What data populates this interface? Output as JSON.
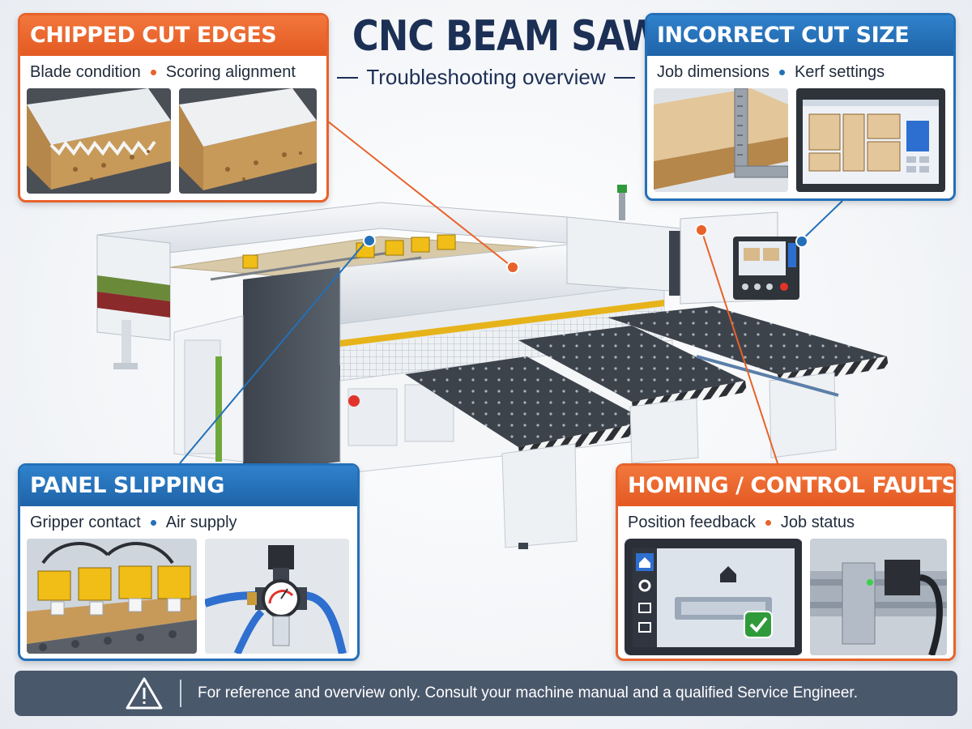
{
  "title": "CNC BEAM SAW",
  "subtitle": "Troubleshooting overview",
  "panels": {
    "chipped": {
      "heading": "CHIPPED CUT EDGES",
      "items": [
        "Blade condition",
        "Scoring alignment"
      ]
    },
    "incorrect": {
      "heading": "INCORRECT CUT SIZE",
      "items": [
        "Job dimensions",
        "Kerf settings"
      ]
    },
    "slipping": {
      "heading": "PANEL SLIPPING",
      "items": [
        "Gripper contact",
        "Air supply"
      ]
    },
    "homing": {
      "heading": "HOMING / CONTROL FAULTS",
      "items": [
        "Position feedback",
        "Job status"
      ]
    }
  },
  "footer": {
    "text": "For reference and overview only. Consult your machine manual and a qualified Service Engineer."
  },
  "colors": {
    "orange": "#e8622a",
    "blue": "#2370b8",
    "navy": "#1c2f55",
    "footer": "#4a586c"
  },
  "icons": [
    "warning-icon",
    "home-icon",
    "gear-icon",
    "folder-icon",
    "check-icon"
  ]
}
